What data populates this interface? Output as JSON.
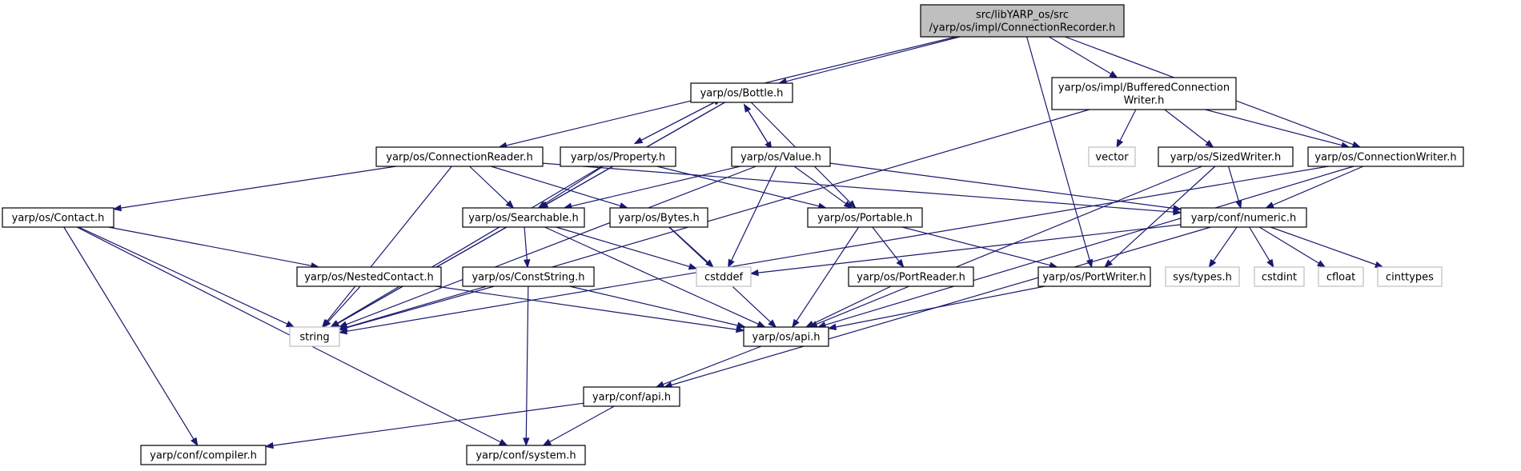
{
  "diagram": {
    "root_node": "connection-recorder",
    "nodes": [
      {
        "id": "connection-recorder",
        "lines": [
          "src/libYARP_os/src",
          "/yarp/os/impl/ConnectionRecorder.h"
        ],
        "kind": "root"
      },
      {
        "id": "bottle",
        "lines": [
          "yarp/os/Bottle.h"
        ],
        "kind": "header"
      },
      {
        "id": "buffered-connection-writer",
        "lines": [
          "yarp/os/impl/BufferedConnection",
          "Writer.h"
        ],
        "kind": "header"
      },
      {
        "id": "connection-reader",
        "lines": [
          "yarp/os/ConnectionReader.h"
        ],
        "kind": "header"
      },
      {
        "id": "property",
        "lines": [
          "yarp/os/Property.h"
        ],
        "kind": "header"
      },
      {
        "id": "value",
        "lines": [
          "yarp/os/Value.h"
        ],
        "kind": "header"
      },
      {
        "id": "vector",
        "lines": [
          "vector"
        ],
        "kind": "external"
      },
      {
        "id": "sized-writer",
        "lines": [
          "yarp/os/SizedWriter.h"
        ],
        "kind": "header"
      },
      {
        "id": "connection-writer",
        "lines": [
          "yarp/os/ConnectionWriter.h"
        ],
        "kind": "header"
      },
      {
        "id": "contact",
        "lines": [
          "yarp/os/Contact.h"
        ],
        "kind": "header"
      },
      {
        "id": "searchable",
        "lines": [
          "yarp/os/Searchable.h"
        ],
        "kind": "header"
      },
      {
        "id": "bytes",
        "lines": [
          "yarp/os/Bytes.h"
        ],
        "kind": "header"
      },
      {
        "id": "portable",
        "lines": [
          "yarp/os/Portable.h"
        ],
        "kind": "header"
      },
      {
        "id": "numeric",
        "lines": [
          "yarp/conf/numeric.h"
        ],
        "kind": "header"
      },
      {
        "id": "nested-contact",
        "lines": [
          "yarp/os/NestedContact.h"
        ],
        "kind": "header"
      },
      {
        "id": "const-string",
        "lines": [
          "yarp/os/ConstString.h"
        ],
        "kind": "header"
      },
      {
        "id": "cstddef",
        "lines": [
          "cstddef"
        ],
        "kind": "external"
      },
      {
        "id": "port-reader",
        "lines": [
          "yarp/os/PortReader.h"
        ],
        "kind": "header"
      },
      {
        "id": "port-writer",
        "lines": [
          "yarp/os/PortWriter.h"
        ],
        "kind": "header"
      },
      {
        "id": "sys-types",
        "lines": [
          "sys/types.h"
        ],
        "kind": "external"
      },
      {
        "id": "cstdint",
        "lines": [
          "cstdint"
        ],
        "kind": "external"
      },
      {
        "id": "cfloat",
        "lines": [
          "cfloat"
        ],
        "kind": "external"
      },
      {
        "id": "cinttypes",
        "lines": [
          "cinttypes"
        ],
        "kind": "external"
      },
      {
        "id": "string",
        "lines": [
          "string"
        ],
        "kind": "external"
      },
      {
        "id": "os-api",
        "lines": [
          "yarp/os/api.h"
        ],
        "kind": "header"
      },
      {
        "id": "conf-api",
        "lines": [
          "yarp/conf/api.h"
        ],
        "kind": "header"
      },
      {
        "id": "compiler",
        "lines": [
          "yarp/conf/compiler.h"
        ],
        "kind": "header"
      },
      {
        "id": "system",
        "lines": [
          "yarp/conf/system.h"
        ],
        "kind": "header"
      }
    ],
    "edges": [
      [
        "connection-recorder",
        "bottle"
      ],
      [
        "connection-recorder",
        "buffered-connection-writer"
      ],
      [
        "connection-recorder",
        "connection-reader"
      ],
      [
        "connection-recorder",
        "connection-writer"
      ],
      [
        "connection-recorder",
        "port-writer"
      ],
      [
        "bottle",
        "property"
      ],
      [
        "property",
        "bottle"
      ],
      [
        "bottle",
        "value"
      ],
      [
        "value",
        "bottle"
      ],
      [
        "bottle",
        "string"
      ],
      [
        "bottle",
        "searchable"
      ],
      [
        "bottle",
        "portable"
      ],
      [
        "buffered-connection-writer",
        "vector"
      ],
      [
        "buffered-connection-writer",
        "sized-writer"
      ],
      [
        "buffered-connection-writer",
        "connection-writer"
      ],
      [
        "buffered-connection-writer",
        "string"
      ],
      [
        "connection-reader",
        "contact"
      ],
      [
        "connection-reader",
        "searchable"
      ],
      [
        "connection-reader",
        "bytes"
      ],
      [
        "connection-reader",
        "numeric"
      ],
      [
        "connection-reader",
        "string"
      ],
      [
        "property",
        "searchable"
      ],
      [
        "property",
        "portable"
      ],
      [
        "property",
        "string"
      ],
      [
        "value",
        "searchable"
      ],
      [
        "value",
        "portable"
      ],
      [
        "value",
        "numeric"
      ],
      [
        "value",
        "cstddef"
      ],
      [
        "value",
        "string"
      ],
      [
        "sized-writer",
        "numeric"
      ],
      [
        "sized-writer",
        "port-writer"
      ],
      [
        "sized-writer",
        "os-api"
      ],
      [
        "connection-writer",
        "numeric"
      ],
      [
        "connection-writer",
        "string"
      ],
      [
        "connection-writer",
        "os-api"
      ],
      [
        "contact",
        "nested-contact"
      ],
      [
        "contact",
        "string"
      ],
      [
        "contact",
        "compiler"
      ],
      [
        "contact",
        "system"
      ],
      [
        "searchable",
        "const-string"
      ],
      [
        "searchable",
        "cstddef"
      ],
      [
        "searchable",
        "string"
      ],
      [
        "searchable",
        "os-api"
      ],
      [
        "bytes",
        "cstddef"
      ],
      [
        "bytes",
        "os-api"
      ],
      [
        "portable",
        "port-reader"
      ],
      [
        "portable",
        "port-writer"
      ],
      [
        "portable",
        "os-api"
      ],
      [
        "numeric",
        "cstddef"
      ],
      [
        "numeric",
        "sys-types"
      ],
      [
        "numeric",
        "cstdint"
      ],
      [
        "numeric",
        "cfloat"
      ],
      [
        "numeric",
        "cinttypes"
      ],
      [
        "numeric",
        "conf-api"
      ],
      [
        "nested-contact",
        "string"
      ],
      [
        "nested-contact",
        "os-api"
      ],
      [
        "const-string",
        "string"
      ],
      [
        "const-string",
        "os-api"
      ],
      [
        "const-string",
        "system"
      ],
      [
        "port-reader",
        "os-api"
      ],
      [
        "port-writer",
        "os-api"
      ],
      [
        "os-api",
        "conf-api"
      ],
      [
        "conf-api",
        "compiler"
      ],
      [
        "conf-api",
        "system"
      ]
    ],
    "colors": {
      "edge": "#191970",
      "node_border": "#000000",
      "external_border": "#bfbfbf",
      "root_fill": "#bfbfbf",
      "background": "#ffffff"
    }
  }
}
